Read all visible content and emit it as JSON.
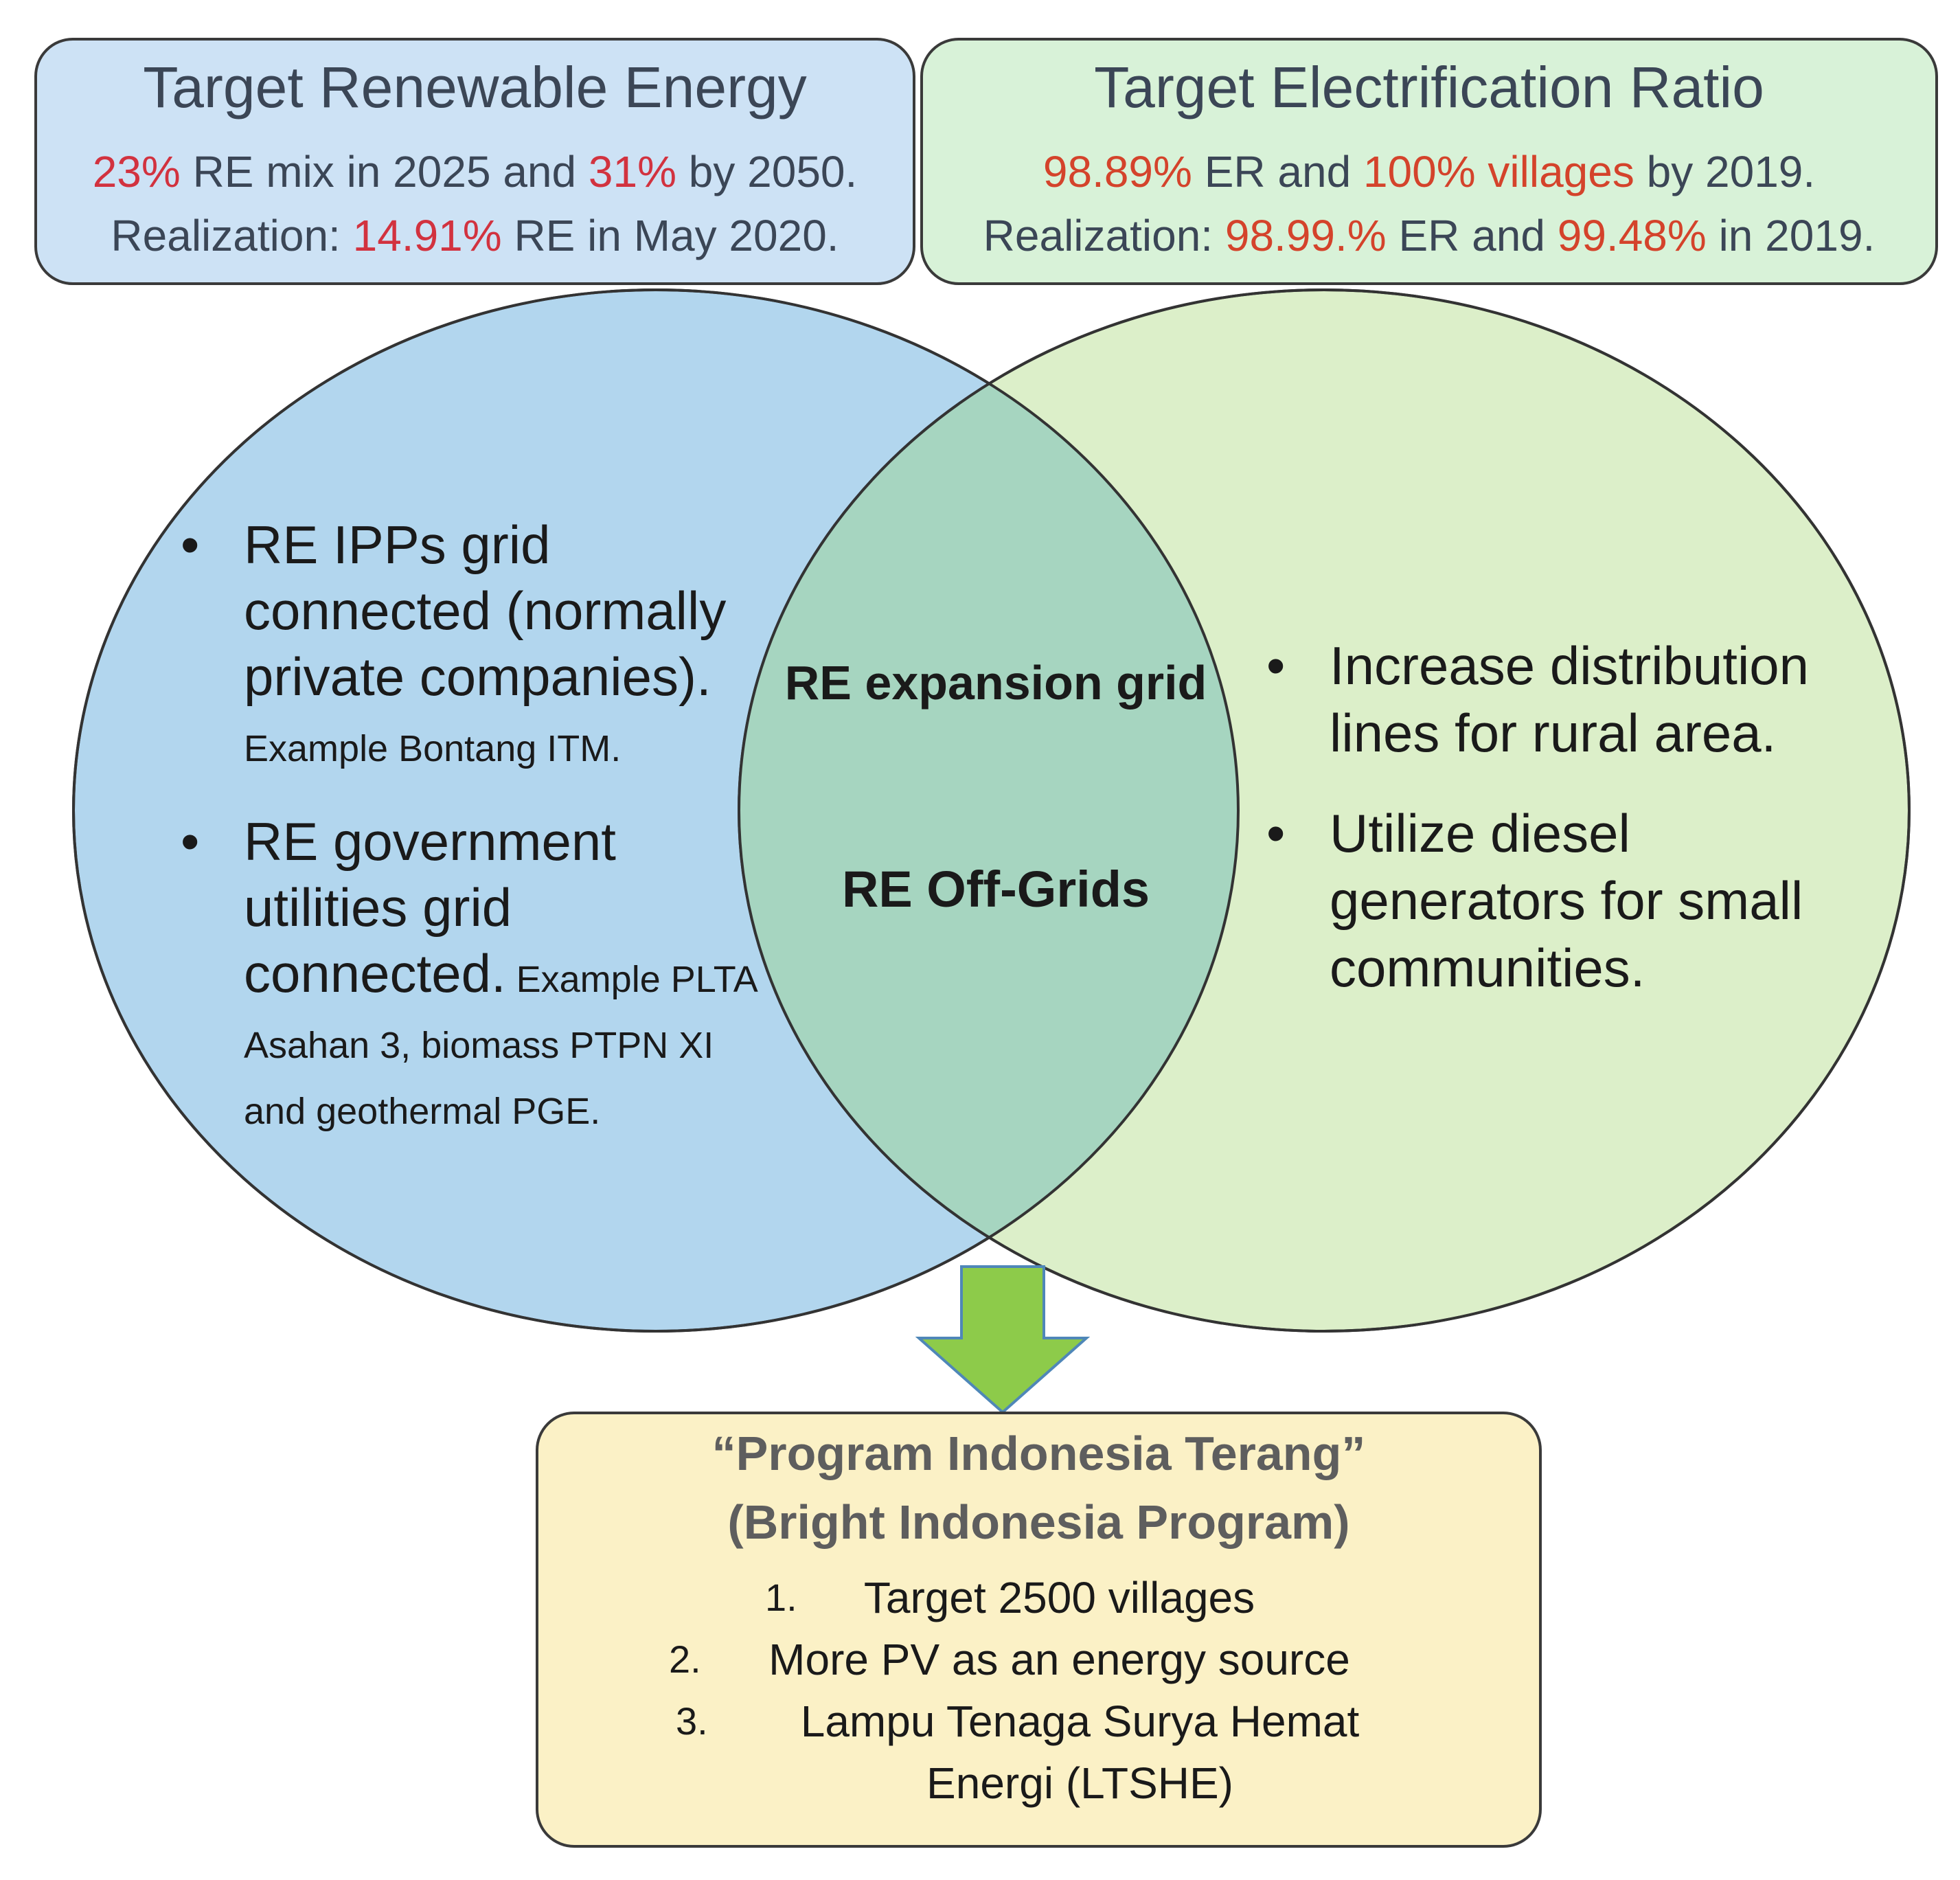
{
  "target_re": {
    "title": "Target Renewable Energy",
    "line1": {
      "v1": "23%",
      "t1": " RE mix in 2025 and ",
      "v2": "31%",
      "t2": " by 2050."
    },
    "line2": {
      "t0": "Realization:  ",
      "v1": "14.91%",
      "t1": " RE in May 2020."
    }
  },
  "target_er": {
    "title": "Target Electrification Ratio",
    "line1": {
      "v1": "98.89%",
      "t1": " ER and ",
      "v2": "100% villages",
      "t2": " by 2019."
    },
    "line2": {
      "t0": "Realization:  ",
      "v1": "98.99.%",
      "t1": " ER and ",
      "v2": "99.48%",
      "t2": " in 2019."
    }
  },
  "left_circle": {
    "items": [
      {
        "main": "RE IPPs grid connected (normally private companies).",
        "small": "Example Bontang ITM."
      },
      {
        "main": "RE government utilities grid connected.",
        "small": " Example PLTA Asahan 3, biomass PTPN XI and geothermal PGE."
      }
    ]
  },
  "overlap": {
    "line1": "RE expansion grid",
    "line2": "RE Off-Grids"
  },
  "right_circle": {
    "items": [
      "Increase distribution lines for rural area.",
      "Utilize diesel generators for small communities."
    ]
  },
  "program": {
    "title1": "“Program Indonesia Terang”",
    "title2": "(Bright Indonesia Program)",
    "items": [
      {
        "num": "1.",
        "text": "Target 2500 villages"
      },
      {
        "num": "2.",
        "text": "More PV as an energy source"
      },
      {
        "num": "3.",
        "text": "Lampu Tenaga Surya Hemat Energi (LTSHE)"
      }
    ]
  },
  "colors": {
    "left_circle": "#b2d6ee",
    "right_circle": "#dcefc9",
    "overlap": "#a6d5c0",
    "arrow": "#8dcb4a",
    "highlight_re": "#d2323f",
    "highlight_er": "#d4432b"
  }
}
